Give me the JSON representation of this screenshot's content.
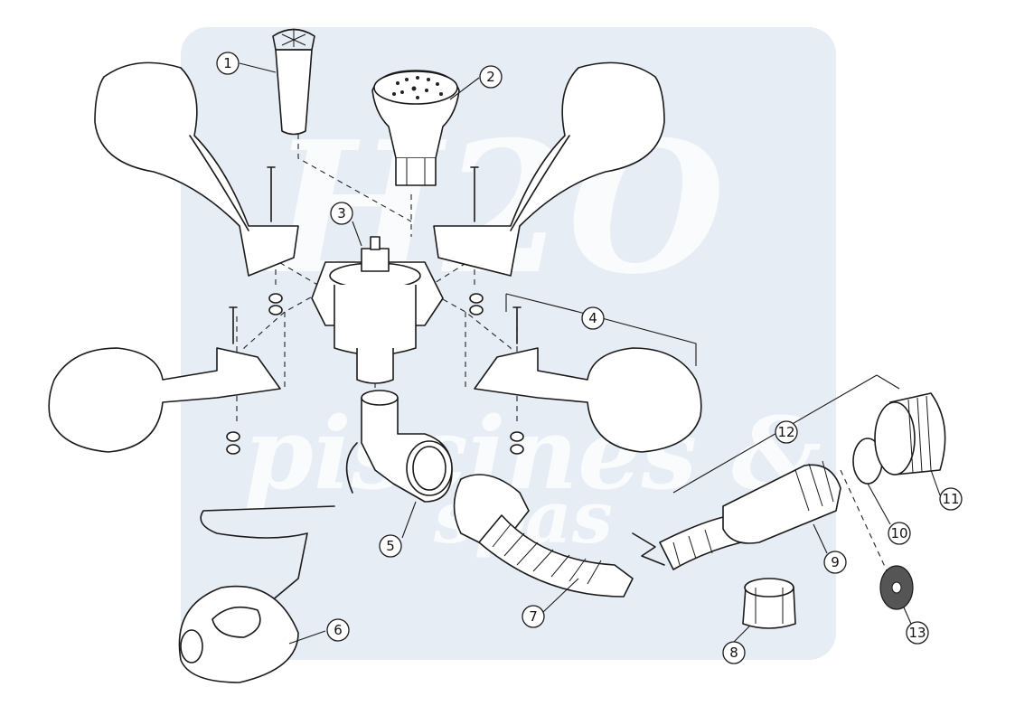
{
  "diagram": {
    "callouts": [
      {
        "id": "c1",
        "label": "1"
      },
      {
        "id": "c2",
        "label": "2"
      },
      {
        "id": "c3",
        "label": "3"
      },
      {
        "id": "c4",
        "label": "4"
      },
      {
        "id": "c5",
        "label": "5"
      },
      {
        "id": "c6",
        "label": "6"
      },
      {
        "id": "c7",
        "label": "7"
      },
      {
        "id": "c8",
        "label": "8"
      },
      {
        "id": "c9",
        "label": "9"
      },
      {
        "id": "c10",
        "label": "10"
      },
      {
        "id": "c11",
        "label": "11"
      },
      {
        "id": "c12",
        "label": "12"
      },
      {
        "id": "c13",
        "label": "13"
      }
    ]
  },
  "watermark": {
    "logo_letters": "H2O",
    "text_line_1": "piscines &",
    "text_line_2": "spas",
    "color": "#c9d8e8"
  },
  "colors": {
    "stroke": "#1a1a1a",
    "background": "#ffffff"
  }
}
